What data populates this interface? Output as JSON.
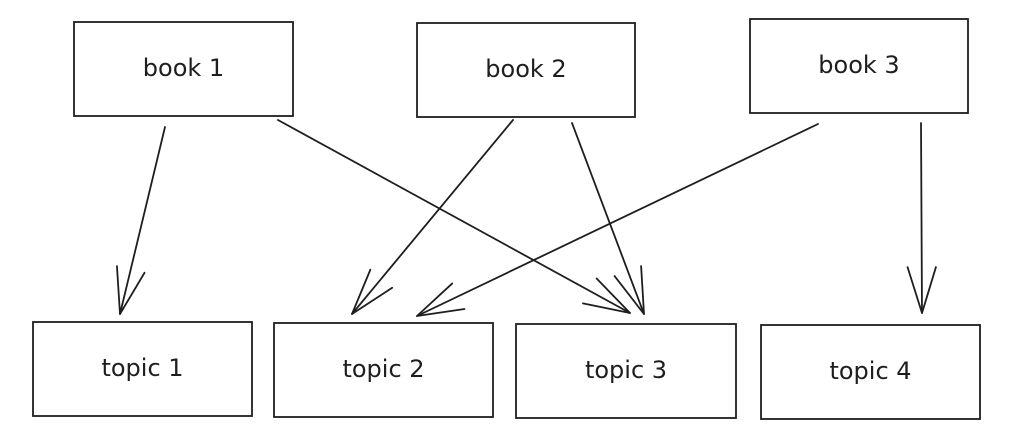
{
  "books": [
    {
      "id": "book-1",
      "label": "book 1"
    },
    {
      "id": "book-2",
      "label": "book 2"
    },
    {
      "id": "book-3",
      "label": "book 3"
    }
  ],
  "topics": [
    {
      "id": "topic-1",
      "label": "topic 1"
    },
    {
      "id": "topic-2",
      "label": "topic 2"
    },
    {
      "id": "topic-3",
      "label": "topic 3"
    },
    {
      "id": "topic-4",
      "label": "topic 4"
    }
  ],
  "edges": [
    {
      "from": "book-1",
      "to": "topic-1"
    },
    {
      "from": "book-1",
      "to": "topic-3"
    },
    {
      "from": "book-2",
      "to": "topic-2"
    },
    {
      "from": "book-2",
      "to": "topic-3"
    },
    {
      "from": "book-3",
      "to": "topic-2"
    },
    {
      "from": "book-3",
      "to": "topic-4"
    }
  ],
  "colors": {
    "stroke": "#1e1e1e",
    "fill": "#ffffff",
    "background": "#ffffff"
  }
}
